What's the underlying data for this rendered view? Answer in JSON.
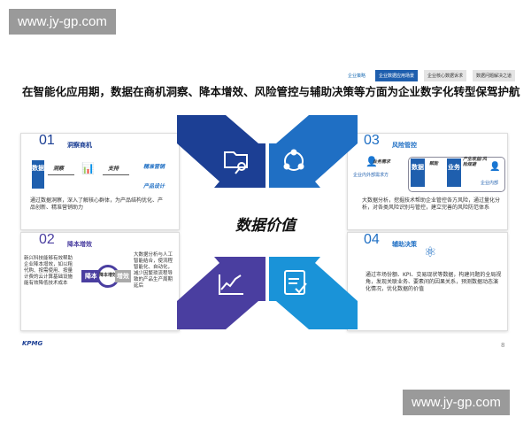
{
  "watermark": "www.jy-gp.com",
  "tabs": [
    {
      "label": "企业策略"
    },
    {
      "label": "企业数据应用场景"
    },
    {
      "label": "企业核心数据诉求"
    },
    {
      "label": "数据问题解决之道"
    }
  ],
  "title": "在智能化应用期，数据在商机洞察、降本增效、风险管控与辅助决策等方面为企业数字化转型保驾护航",
  "center_label": "数据价值",
  "panels": [
    {
      "num": "01",
      "title": "洞察商机",
      "box": "数据",
      "arrow1": "洞察",
      "arrow2": "支持",
      "out1": "精准营销",
      "out2": "产品设计",
      "desc": "通过数据洞察，深入了解核心群体，为产品结构优化、产品创新、精准营销助力"
    },
    {
      "num": "02",
      "title": "降本增效",
      "left": "新兴科技能够有效帮助企业降本增效，如以租代购、按需使用、按量计费的云计算基础设施能有效降低技术成本",
      "c1": "降本",
      "c2": "降本增效",
      "c3": "增效",
      "right": "大数据分析与人工智能结合，使流程智能化、自动化，减少因繁琐流程导致的产品生产周期延后"
    },
    {
      "num": "03",
      "title": "风险管控",
      "p1": "企业内外部需求方",
      "a1": "业务需求",
      "b1": "数据",
      "a2": "赋能",
      "b2": "业务",
      "a3": "产生收益/风险规避",
      "p2": "企业内部",
      "desc": "大数据分析，挖掘技术帮助企业管控各方风险，通过量化分析，对各类风险识别与管控，建立完善的风险防范体系"
    },
    {
      "num": "04",
      "title": "辅助决策",
      "desc": "通过市场份额、KPI、交易现状等数据，构建问题的全局视角，发现关联业务、要素间的因果关系，预测数据动态演化情况，优化数据的价值"
    }
  ],
  "logo": "KPMG",
  "page_number": "8",
  "colors": {
    "navy": "#1c3f94",
    "blue": "#1f6fc4",
    "purple": "#4a3ea0",
    "cyan": "#1a93d8"
  }
}
